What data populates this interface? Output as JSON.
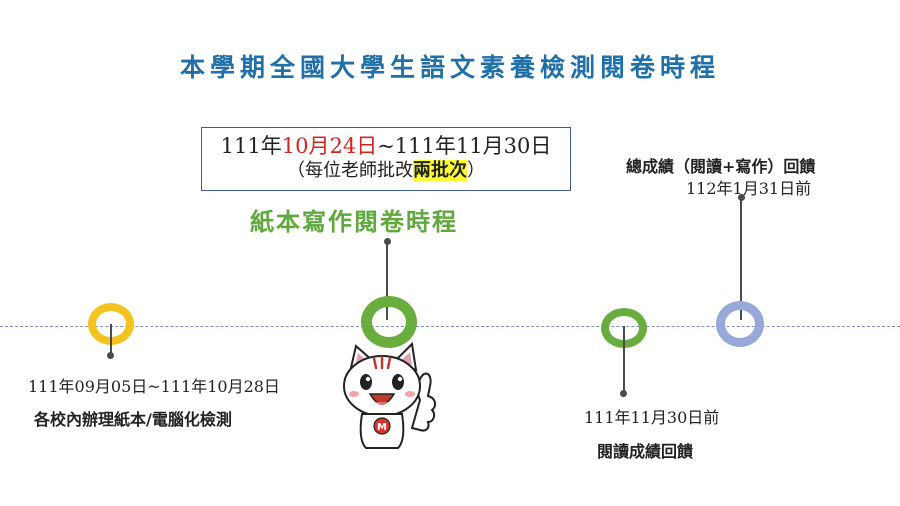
{
  "title": "本學期全國大學生語文素養檢測閱卷時程",
  "colors": {
    "title": "#1f6fa8",
    "ring_yellow": "#f5c320",
    "ring_green": "#6aad3f",
    "ring_blue": "#97a8d8",
    "date_red": "#d32424",
    "highlight": "#ffff33",
    "axis": "#7c8fc4"
  },
  "milestones": {
    "school_test": {
      "date": "111年09月05日~111年10月28日",
      "label": "各校內辦理紙本/電腦化檢測"
    },
    "paper_grading": {
      "date_prefix": "111年",
      "date_red": "10月24日",
      "date_suffix": "~111年11月30日",
      "note_prefix": "（每位老師批改",
      "note_highlight": "兩批次",
      "note_suffix": "）",
      "label": "紙本寫作閱卷時程"
    },
    "reading_feedback": {
      "date": "111年11月30日前",
      "label": "閱讀成績回饋"
    },
    "total_feedback": {
      "label": "總成績（閱讀+寫作）回饋",
      "date": "112年1月31日前"
    }
  },
  "mascot": {
    "icon": "cat-mascot-icon",
    "badge_text": "M"
  }
}
